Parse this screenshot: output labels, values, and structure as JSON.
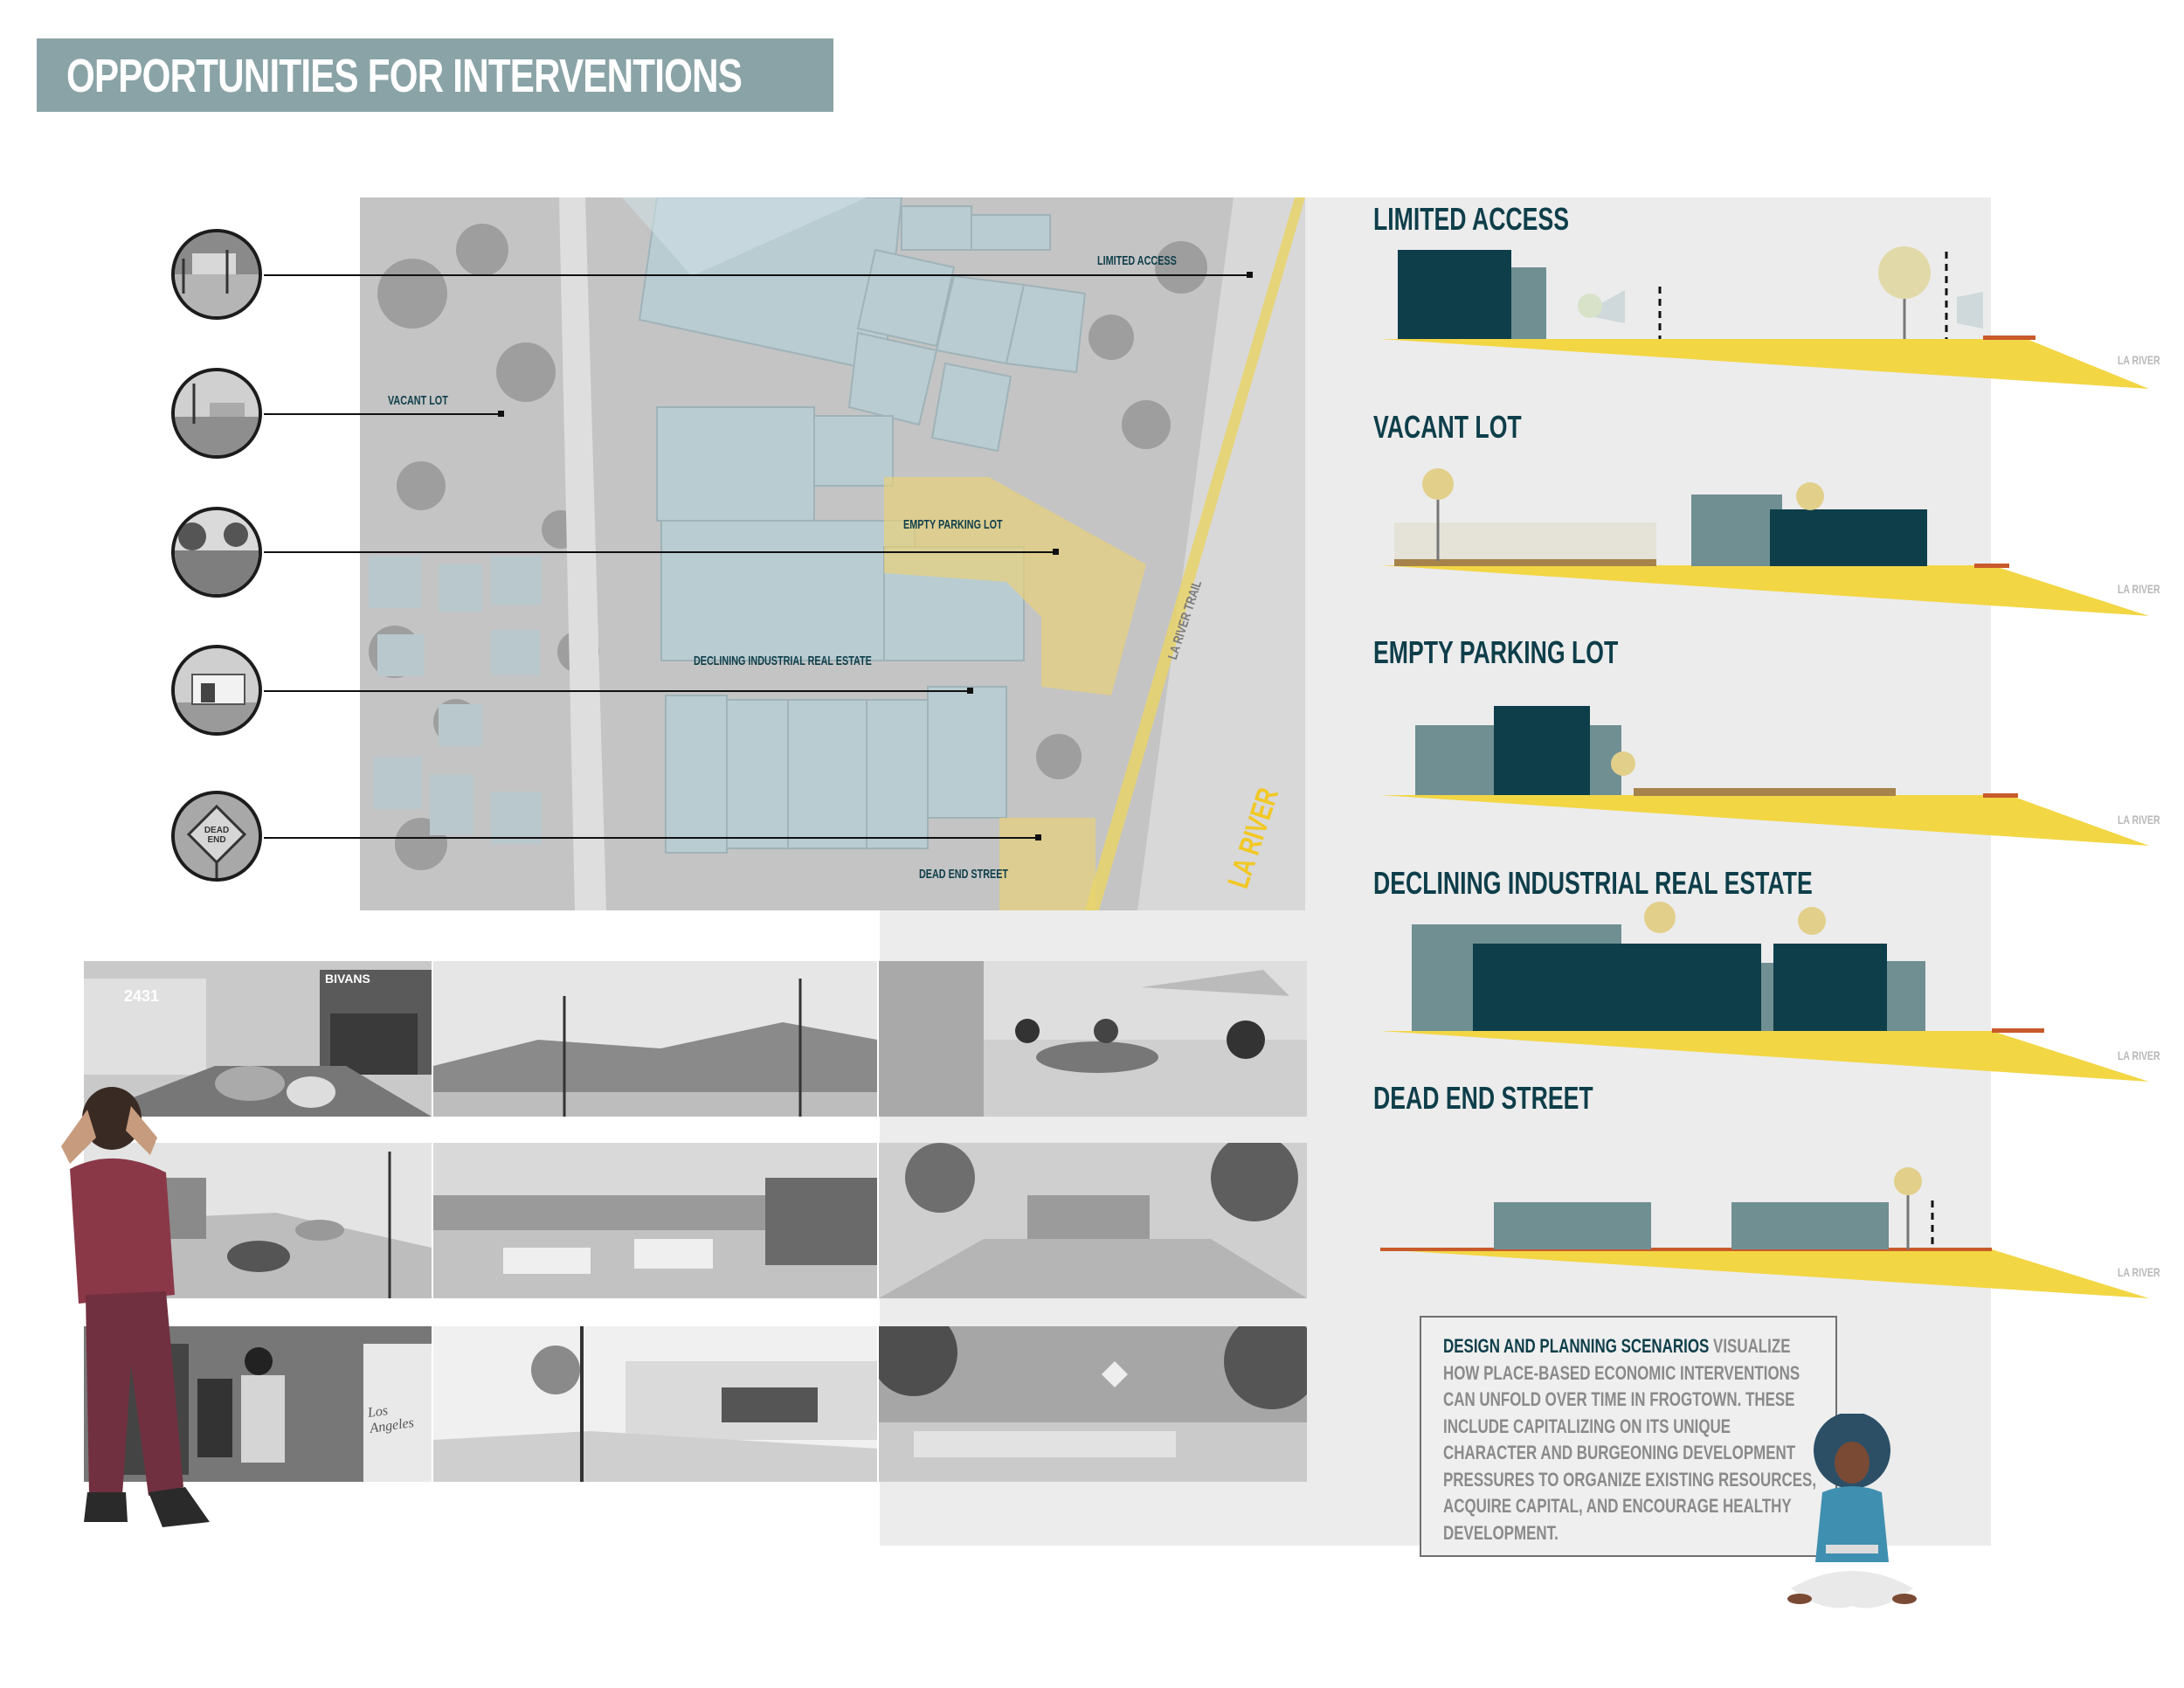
{
  "page": {
    "title": "OPPORTUNITIES FOR INTERVENTIONS"
  },
  "map": {
    "labels": {
      "limited_access": "LIMITED ACCESS",
      "vacant_lot": "VACANT LOT",
      "empty_parking_lot": "EMPTY PARKING LOT",
      "declining_industrial": "DECLINING INDUSTRIAL REAL ESTATE",
      "dead_end_street": "DEAD END STREET",
      "la_river_trail": "LA RIVER TRAIL",
      "la_river": "LA RIVER"
    }
  },
  "sections": [
    {
      "title": "LIMITED ACCESS",
      "river": "LA RIVER"
    },
    {
      "title": "VACANT LOT",
      "river": "LA RIVER"
    },
    {
      "title": "EMPTY PARKING LOT",
      "river": "LA RIVER"
    },
    {
      "title": "DECLINING INDUSTRIAL REAL ESTATE",
      "river": "LA RIVER"
    },
    {
      "title": "DEAD END STREET",
      "river": "LA RIVER"
    }
  ],
  "description": {
    "lead": "DESIGN AND PLANNING SCENARIOS",
    "body": " VISUALIZE HOW PLACE-BASED ECONOMIC INTERVENTIONS CAN UNFOLD OVER TIME IN FROGTOWN. THESE INCLUDE CAPITALIZING ON ITS UNIQUE CHARACTER AND BURGEONING DEVELOPMENT PRESSURES TO ORGANIZE EXISTING RESOURCES, ACQUIRE CAPITAL, AND ENCOURAGE HEALTHY DEVELOPMENT."
  },
  "photo_texts": {
    "sign_bivans": "BIVANS",
    "sign_address": "2431",
    "sign_dead_end": "DEAD END",
    "sign_los_angeles": "Los Angeles"
  },
  "colors": {
    "title_bar": "#8aa3a6",
    "dark_teal": "#0e3e4a",
    "grey_teal": "#6f8f93",
    "yellow": "#f2c824",
    "panel": "#ececec"
  }
}
